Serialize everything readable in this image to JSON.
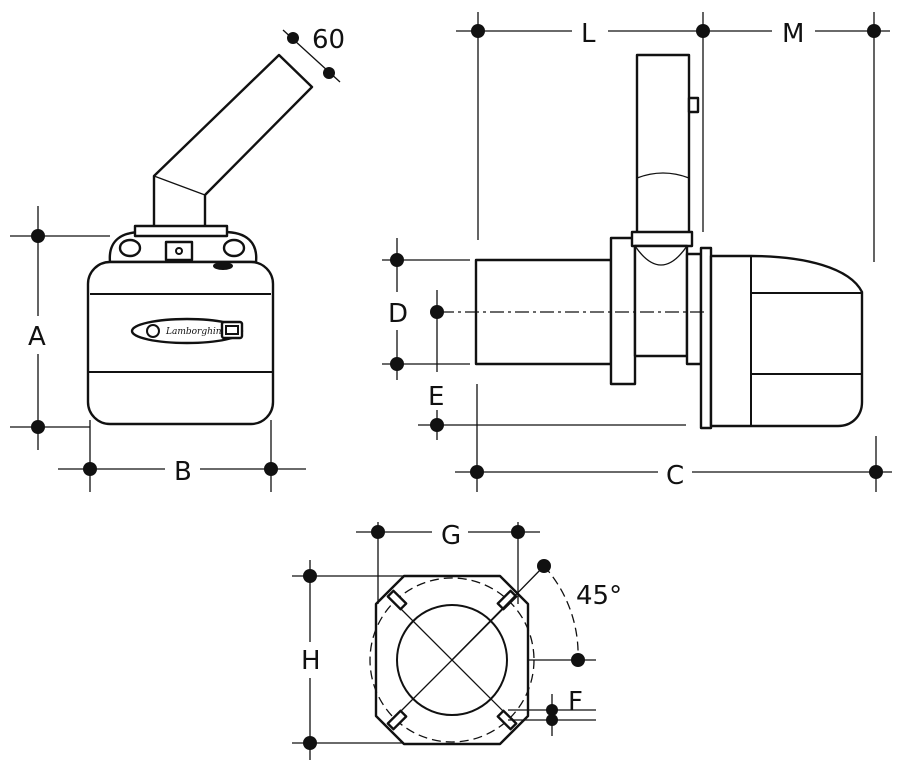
{
  "diagram": {
    "dimension_labels": {
      "a": "A",
      "b": "B",
      "c": "C",
      "d": "D",
      "e": "E",
      "f": "F",
      "g": "G",
      "h": "H",
      "l": "L",
      "m": "M",
      "tube_diameter": "60",
      "angle": "45°"
    },
    "brand_logo_text": "Lamborghini",
    "colors": {
      "line": "#111111",
      "background": "#ffffff"
    }
  }
}
